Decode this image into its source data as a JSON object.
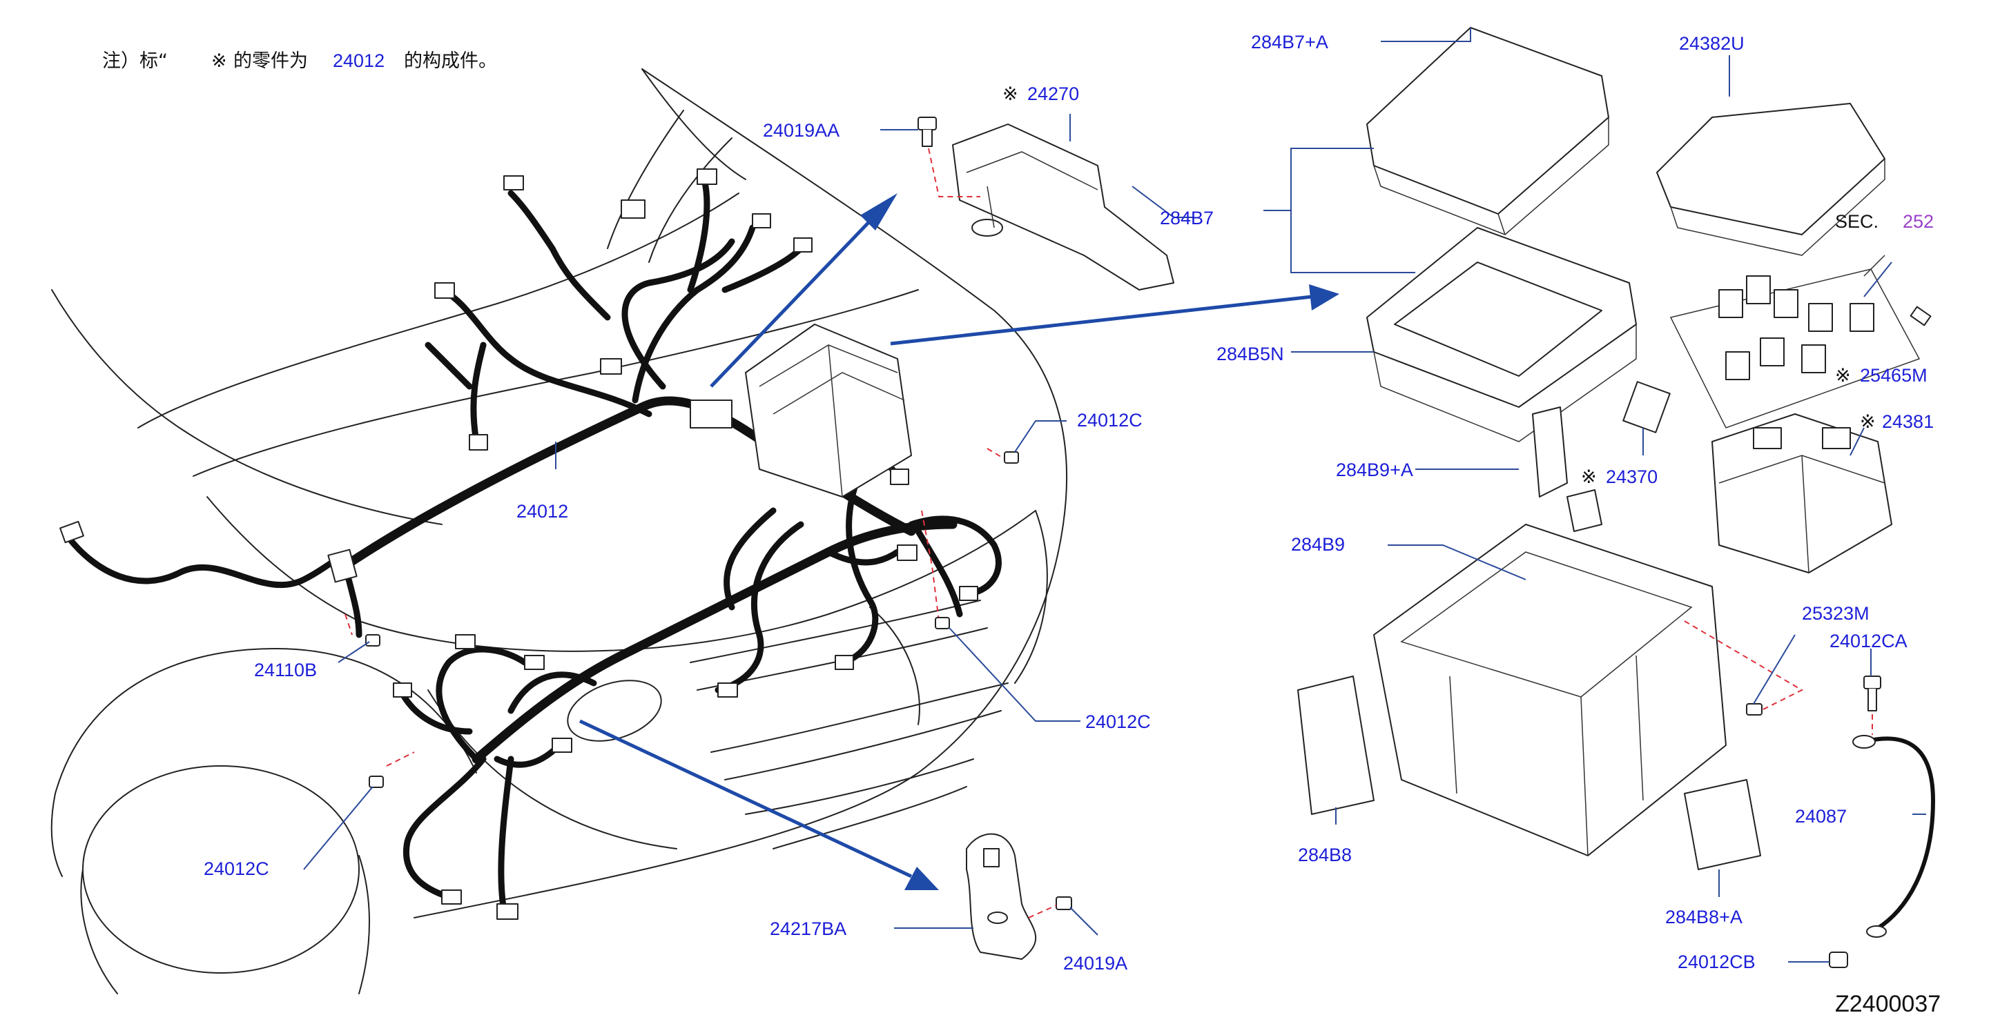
{
  "note": {
    "prefix": "注）标“",
    "symbol": "※",
    "middle": "的零件为",
    "part": "24012",
    "suffix": "的构成件。"
  },
  "diagram_code": "Z2400037",
  "sec": {
    "label": "SEC.",
    "number": "252"
  },
  "labels": {
    "p284B7A": "284B7+A",
    "p24382U": "24382U",
    "p24019AA": "24019AA",
    "p24270": "24270",
    "p284B7": "284B7",
    "p284B5N": "284B5N",
    "p25465M": "25465M",
    "p24381": "24381",
    "p24012C_a": "24012C",
    "p24012": "24012",
    "p284B9A": "284B9+A",
    "p24370": "24370",
    "p284B9": "284B9",
    "p25323M": "25323M",
    "p24012CA": "24012CA",
    "p24110B": "24110B",
    "p24012C_b": "24012C",
    "p24012C_c": "24012C",
    "p284B8": "284B8",
    "p24087": "24087",
    "p284B8A": "284B8+A",
    "p24217BA": "24217BA",
    "p24019A": "24019A",
    "p24012CB": "24012CB"
  },
  "symbol_mark": "※",
  "colors": {
    "part_label": "#1c1fd8",
    "arrow": "#1e4aa8",
    "dash": "#e0303a",
    "sec_number": "#9a3fc7"
  }
}
